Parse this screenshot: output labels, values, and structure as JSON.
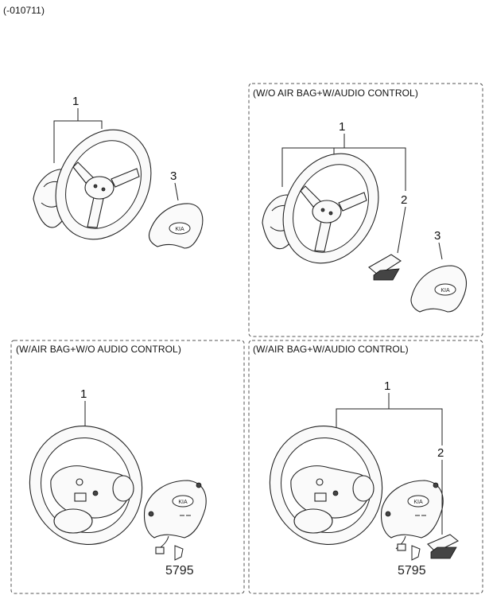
{
  "header": {
    "code": "(-010711)"
  },
  "panels": {
    "top_left": {
      "callouts": [
        "1",
        "3"
      ]
    },
    "top_right": {
      "title": "(W/O AIR BAG+W/AUDIO CONTROL)",
      "callouts": [
        "1",
        "2",
        "3"
      ]
    },
    "bottom_left": {
      "title": "(W/AIR BAG+W/O AUDIO CONTROL)",
      "callouts": [
        "1"
      ],
      "part_number": "5795"
    },
    "bottom_right": {
      "title": "(W/AIR BAG+W/AUDIO CONTROL)",
      "callouts": [
        "1",
        "2"
      ],
      "part_number": "5795"
    }
  },
  "emblem_text": "KIA"
}
